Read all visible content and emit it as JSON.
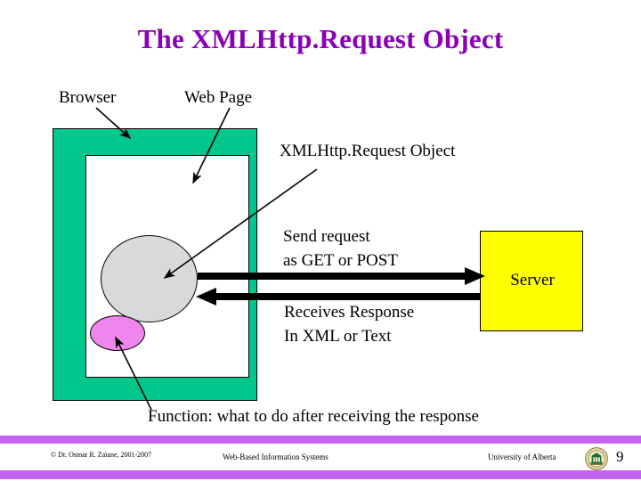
{
  "slide": {
    "title": "The XMLHttp.Request Object",
    "page_number": "9"
  },
  "diagram": {
    "browser_label": "Browser",
    "web_page_label": "Web Page",
    "xhr_object_label": "XMLHttp.Request Object",
    "send_request_line1": "Send request",
    "send_request_line2": "as GET or POST",
    "receives_response_line1": "Receives Response",
    "receives_response_line2": "In XML or Text",
    "server_label": "Server",
    "function_label": "Function: what to do after receiving the response"
  },
  "colors": {
    "title_purple": "#8A00B8",
    "browser_green": "#00C88C",
    "server_yellow": "#FFFF00",
    "xhr_gray": "#D9D9D9",
    "callback_pink": "#EE86EE",
    "footer_orchid": "#C464EE"
  },
  "footer": {
    "copyright": "© Dr. Osmar R. Zaïane, 2001-2007",
    "course": "Web-Based Information Systems",
    "university": "University of Alberta"
  }
}
